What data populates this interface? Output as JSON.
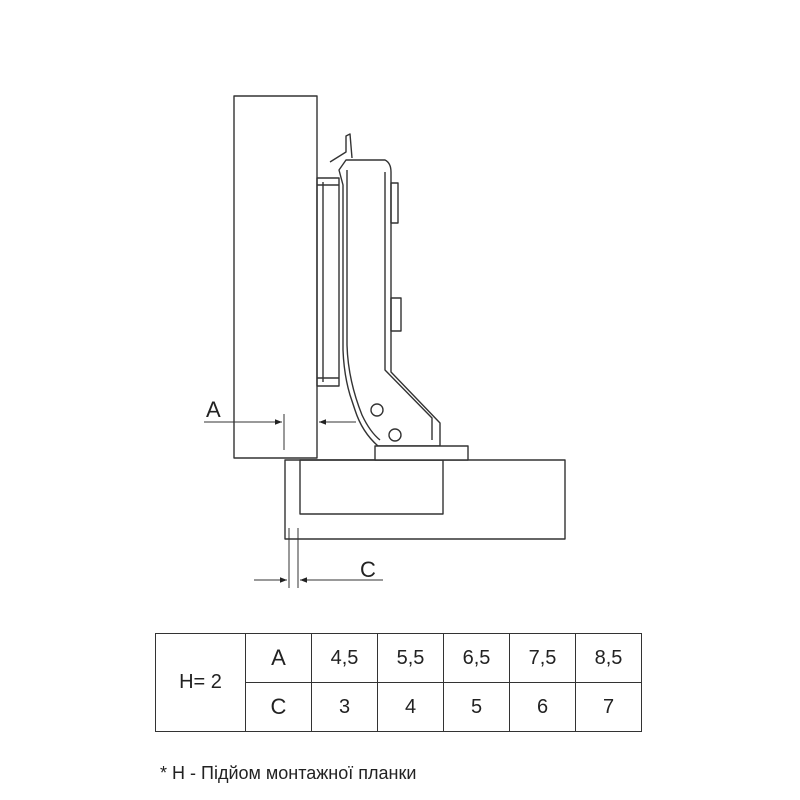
{
  "diagram": {
    "label_a": "A",
    "label_c": "C"
  },
  "table": {
    "h_label": "H= 2",
    "rows": [
      {
        "param": "A",
        "values": [
          "4,5",
          "5,5",
          "6,5",
          "7,5",
          "8,5"
        ]
      },
      {
        "param": "C",
        "values": [
          "3",
          "4",
          "5",
          "6",
          "7"
        ]
      }
    ]
  },
  "footnote": "* H - Підйом монтажної планки"
}
